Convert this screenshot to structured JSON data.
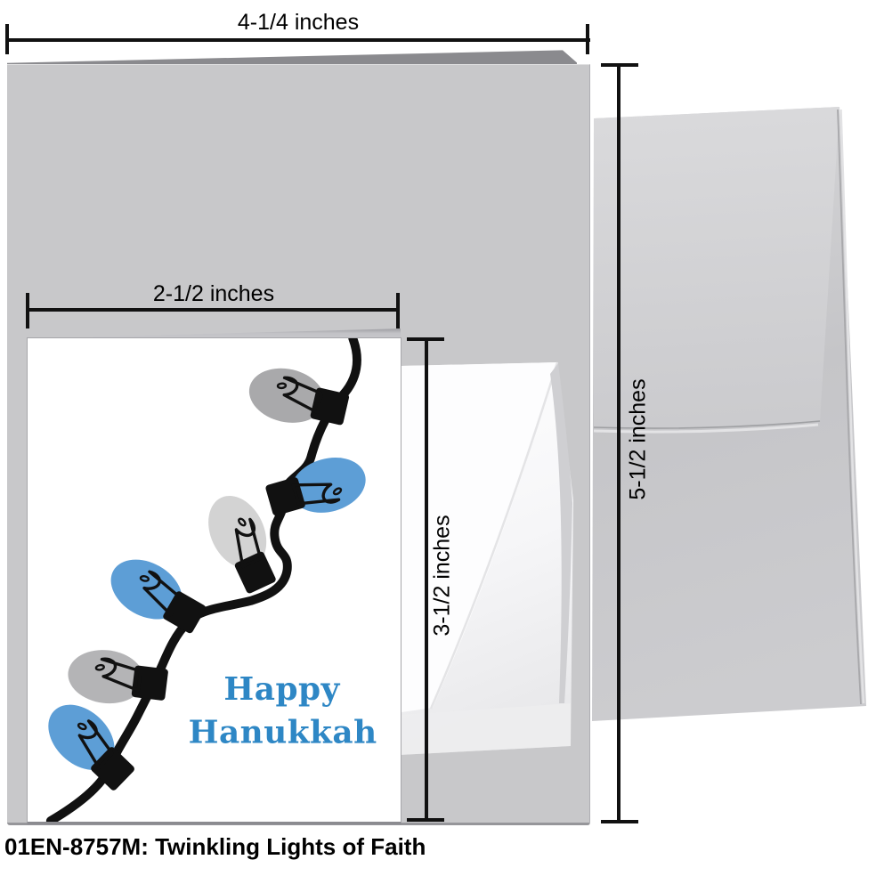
{
  "product": {
    "sku": "01EN-8757M",
    "title": "Twinkling Lights of Faith",
    "caption": "01EN-8757M: Twinkling Lights of Faith"
  },
  "dimensions": {
    "large_card_width": "4-1/4 inches",
    "large_card_height": "5-1/2 inches",
    "small_card_width": "2-1/2 inches",
    "small_card_height": "3-1/2 inches"
  },
  "greeting": {
    "line1": "Happy",
    "line2": "Hanukkah"
  },
  "colors": {
    "greeting_blue": "#2e87c5",
    "bulb_blue": "#5d9ed6",
    "bulb_gray_dark": "#a9a9ab",
    "bulb_gray_medium": "#b4b4b6",
    "bulb_gray_light": "#d3d3d3",
    "string_black": "#111111",
    "card_gray": "#c8c8ca",
    "envelope_gray": "#c9c9cc"
  },
  "lights": [
    {
      "name": "light-1",
      "color_key": "bulb_gray_dark"
    },
    {
      "name": "light-2",
      "color_key": "bulb_blue"
    },
    {
      "name": "light-3",
      "color_key": "bulb_gray_light"
    },
    {
      "name": "light-4",
      "color_key": "bulb_blue"
    },
    {
      "name": "light-5",
      "color_key": "bulb_gray_medium"
    },
    {
      "name": "light-6",
      "color_key": "bulb_blue"
    }
  ]
}
